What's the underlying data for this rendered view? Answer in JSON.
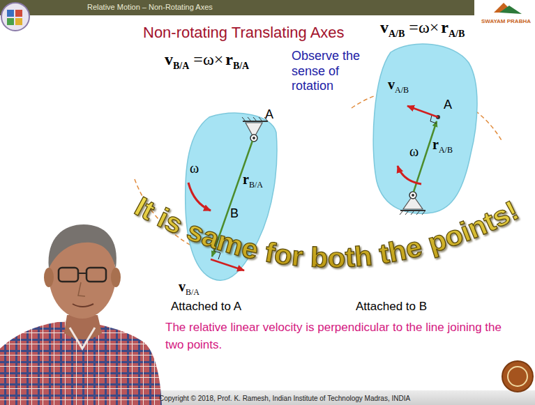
{
  "diagram": {
    "title": "Non-rotating Translating Axes",
    "labels": [
      "Relative Motion – Non-Rotating Axes",
      "SWAYAM PRABHA",
      "v",
      "B/A",
      "=ω×",
      "r",
      "B/A",
      "v",
      "A/B",
      "=ω×",
      "r",
      "A/B",
      "Observe the sense of rotation",
      "A",
      "ω",
      "r",
      "B/A",
      "B",
      "v",
      "B/A",
      "v",
      "A/B",
      "A",
      "ω",
      "r",
      "A/B",
      "It is same for both the points!",
      "Attached to A",
      "Attached to B",
      "The relative linear velocity is perpendicular to the line joining the two points.",
      "Copyright © 2018, Prof. K. Ramesh, Indian Institute of Technology Madras, INDIA"
    ]
  }
}
